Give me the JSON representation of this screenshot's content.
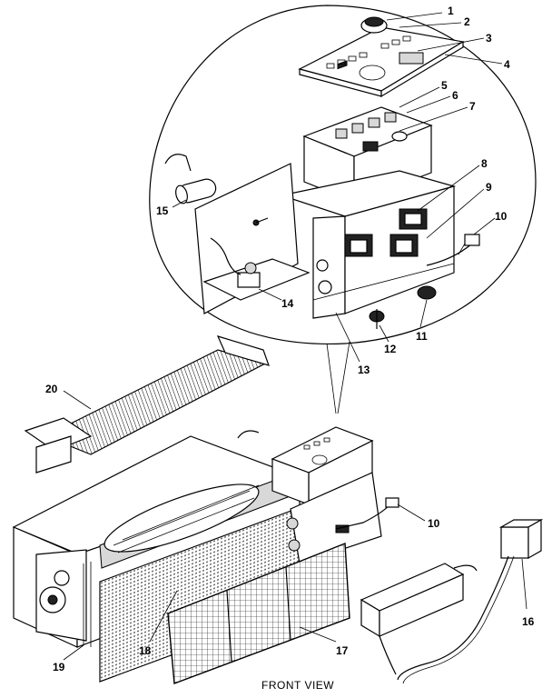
{
  "callouts": [
    "1",
    "2",
    "3",
    "4",
    "5",
    "6",
    "7",
    "8",
    "9",
    "10",
    "11",
    "12",
    "13",
    "14",
    "15",
    "16",
    "17",
    "18",
    "19",
    "20",
    "10"
  ],
  "caption": "FRONT VIEW"
}
